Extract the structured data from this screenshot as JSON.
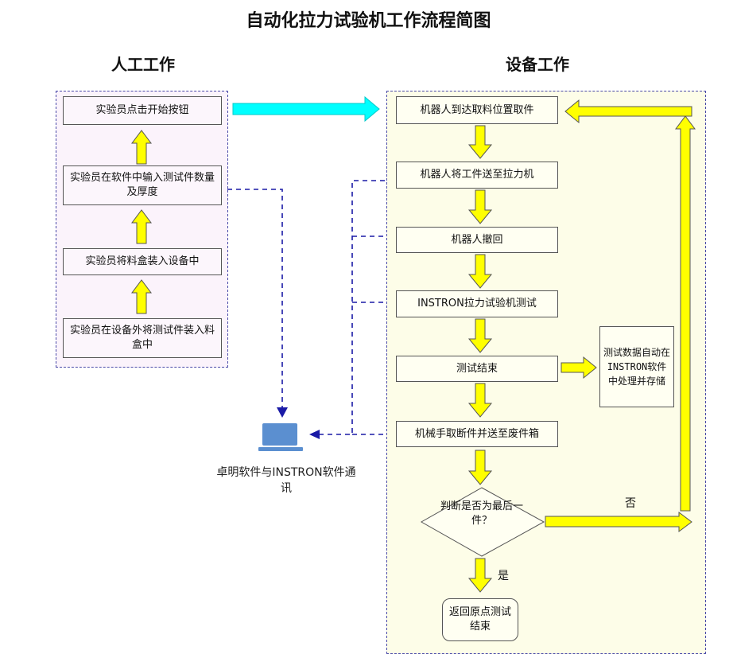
{
  "title": "自动化拉力试验机工作流程简图",
  "sections": {
    "manual": "人工工作",
    "equipment": "设备工作"
  },
  "manual_steps": [
    "实验员点击开始按钮",
    "实验员在软件中输入测试件数量及厚度",
    "实验员将料盒装入设备中",
    "实验员在设备外将测试件装入料盒中"
  ],
  "device_steps": [
    "机器人到达取料位置取件",
    "机器人将工件送至拉力机",
    "机器人撤回",
    "INSTRON拉力试验机测试",
    "测试结束",
    "机械手取断件并送至废件箱"
  ],
  "decision": "判断是否为最后一件？",
  "end_step": "返回原点测试结束",
  "side_note": "测试数据自动在INSTRON软件中处理并存储",
  "laptop_label": "卓明软件与INSTRON软件通讯",
  "edge_labels": {
    "no": "否",
    "yes": "是"
  },
  "colors": {
    "yellow_arrow": "#ffff00",
    "cyan_arrow": "#00ffff",
    "dashed_line": "#1a1aa6",
    "laptop": "#5b8fd0"
  },
  "icons": {
    "laptop": "laptop-icon"
  }
}
